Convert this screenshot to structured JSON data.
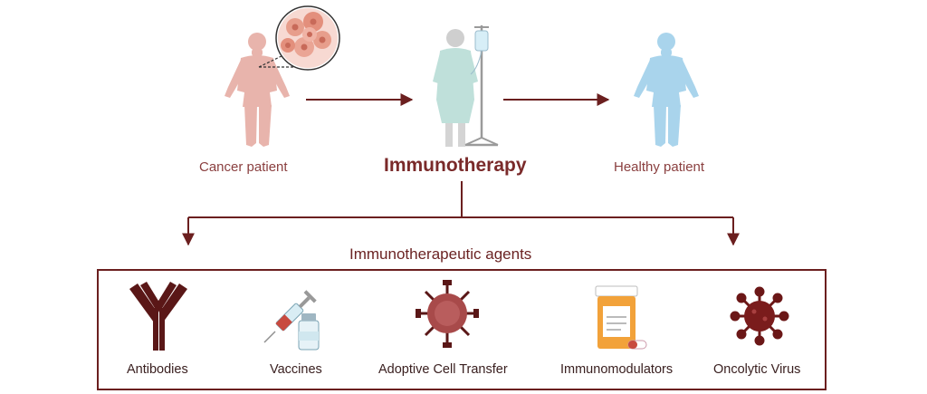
{
  "patients": {
    "cancer": "Cancer patient",
    "treatment": "Immunotherapy",
    "healthy": "Healthy patient"
  },
  "section_title": "Immunotherapeutic agents",
  "agents": [
    {
      "label": "Antibodies",
      "icon": "antibody-icon"
    },
    {
      "label": "Vaccines",
      "icon": "vaccine-icon"
    },
    {
      "label": "Adoptive Cell Transfer",
      "icon": "t-cell-icon"
    },
    {
      "label": "Immunomodulators",
      "icon": "pill-bottle-icon"
    },
    {
      "label": "Oncolytic Virus",
      "icon": "virus-icon"
    }
  ],
  "colors": {
    "maroon": "#7a2a2a",
    "arrow": "#6b1f1f",
    "cancer_body": "#e8b4ac",
    "healthy_body": "#a9d4ec",
    "gown": "#bfe0da",
    "tumor_cell": "#e79e8c"
  }
}
